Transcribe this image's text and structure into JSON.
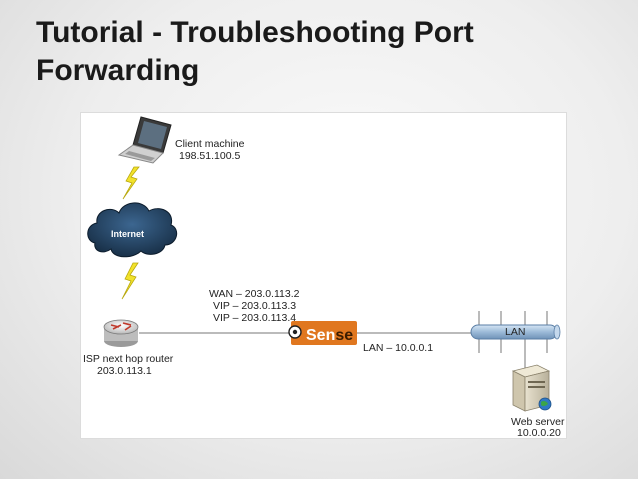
{
  "slide": {
    "title": "Tutorial - Troubleshooting Port Forwarding"
  },
  "diagram": {
    "client": {
      "name": "Client machine",
      "ip": "198.51.100.5"
    },
    "internet": {
      "label": "Internet"
    },
    "isp_router": {
      "name": "ISP next hop router",
      "ip": "203.0.113.1"
    },
    "firewall": {
      "brand_prefix": "Sen",
      "brand_suffix": "se",
      "wan": "WAN – 203.0.113.2",
      "vip1": "VIP – 203.0.113.3",
      "vip2": "VIP – 203.0.113.4",
      "lan": "LAN – 10.0.0.1"
    },
    "lan_segment": {
      "label": "LAN"
    },
    "web_server": {
      "name": "Web server",
      "ip": "10.0.0.20"
    },
    "colors": {
      "lightning": "#f2e22b",
      "cloud": "#1f3d5c",
      "firewall_brand": "#e0771f",
      "lan_bus": "#9cbad8"
    }
  }
}
